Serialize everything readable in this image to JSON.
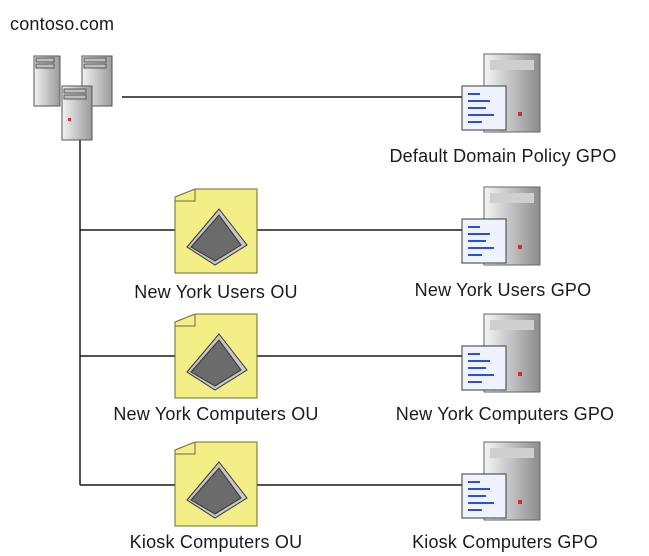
{
  "domain_label": "contoso.com",
  "domain_icon": "servers-icon",
  "default_gpo": {
    "label": "Default Domain Policy GPO",
    "icon": "gpo-server-icon"
  },
  "ous": [
    {
      "ou_label": "New York Users OU",
      "ou_icon": "ou-folder-icon",
      "gpo_label": "New York Users GPO",
      "gpo_icon": "gpo-server-icon"
    },
    {
      "ou_label": "New York Computers OU",
      "ou_icon": "ou-folder-icon",
      "gpo_label": "New York Computers GPO",
      "gpo_icon": "gpo-server-icon"
    },
    {
      "ou_label": "Kiosk Computers OU",
      "ou_icon": "ou-folder-icon",
      "gpo_label": "Kiosk Computers GPO",
      "gpo_icon": "gpo-server-icon"
    }
  ],
  "colors": {
    "line": "#1a1a1a",
    "folder": "#f3ee86",
    "server_light": "#e6e6e6",
    "server_dark": "#8a8a8a",
    "led": "#d62b2b"
  }
}
